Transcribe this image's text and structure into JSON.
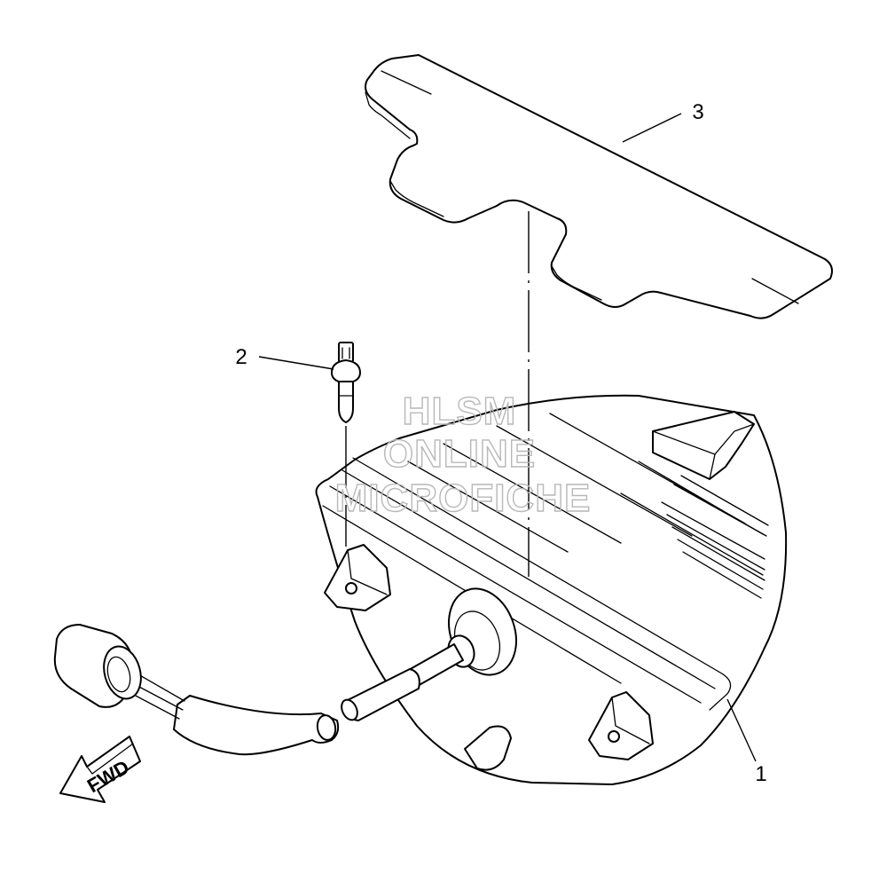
{
  "callouts": {
    "part1": "1",
    "part2": "2",
    "part3": "3"
  },
  "direction_label": "FWD",
  "watermark": {
    "line1": "HLSM",
    "line2": "ONLINE",
    "line3": "MICROFICHE"
  },
  "colors": {
    "ink": "#000000",
    "watermark": "#b8b8b8",
    "background": "#ffffff"
  }
}
